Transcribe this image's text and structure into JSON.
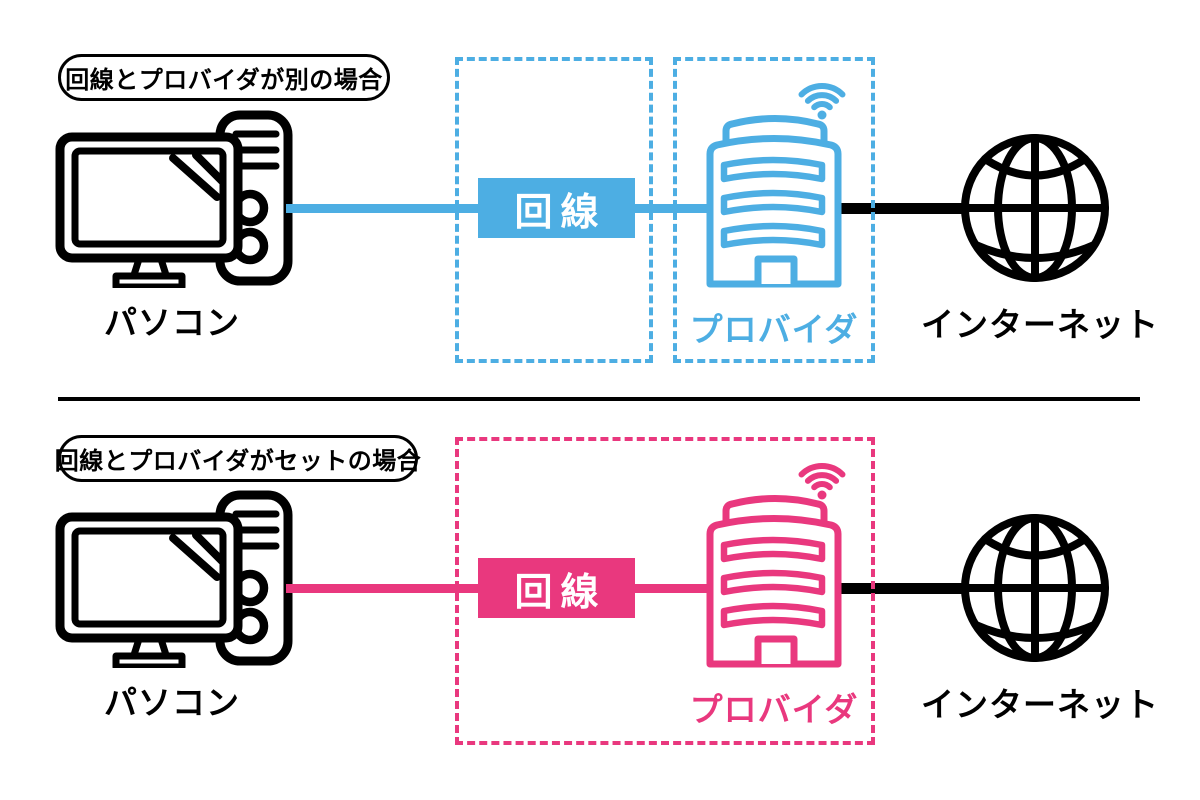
{
  "colors": {
    "blue_accent": "#4DAEE3",
    "pink_accent": "#E9387E",
    "line_black": "#000000"
  },
  "icons": {
    "pc": "pc-icon (monitor with desktop tower)",
    "provider": "office-building-icon with wifi-icon",
    "internet": "globe-icon"
  },
  "sections": [
    {
      "theme": "blue",
      "badge": "回線とプロバイダが別の場合",
      "pc_label": "パソコン",
      "line_box_label": "回線",
      "provider_label": "プロバイダ",
      "internet_label": "インターネット"
    },
    {
      "theme": "pink",
      "badge": "回線とプロバイダがセットの場合",
      "pc_label": "パソコン",
      "line_box_label": "回線",
      "provider_label": "プロバイダ",
      "internet_label": "インターネット"
    }
  ]
}
